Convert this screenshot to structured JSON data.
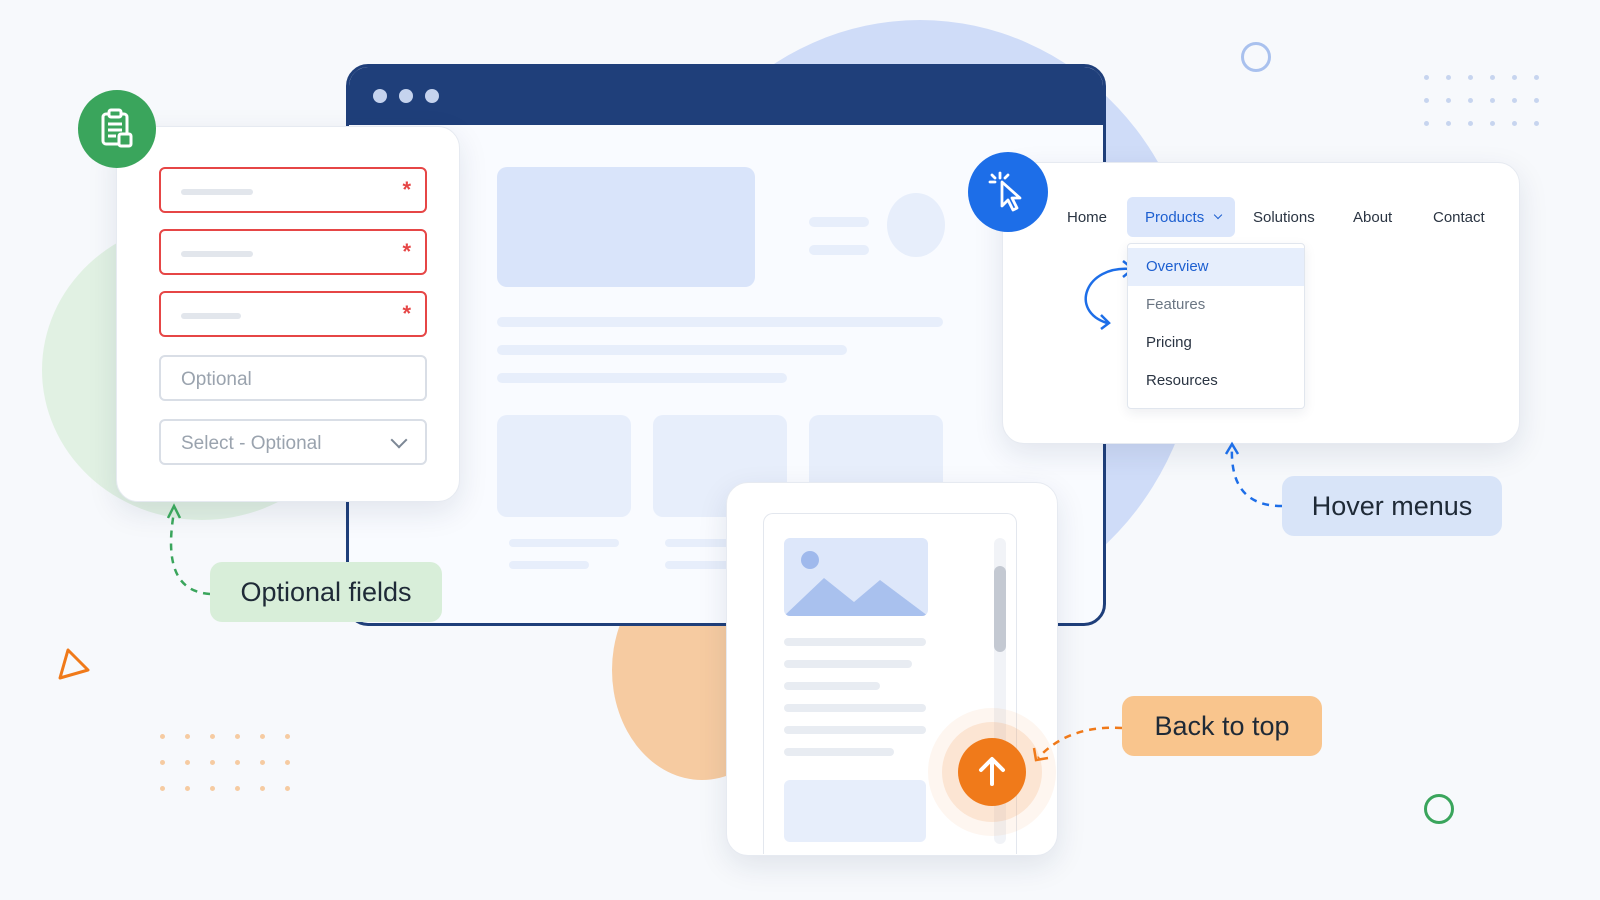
{
  "form": {
    "required_marker": "*",
    "optional_placeholder": "Optional",
    "select_placeholder": "Select - Optional"
  },
  "nav": {
    "items": [
      "Home",
      "Products",
      "Solutions",
      "About",
      "Contact"
    ],
    "active": "Products",
    "dropdown": [
      "Overview",
      "Features",
      "Pricing",
      "Resources"
    ]
  },
  "labels": {
    "optional_fields": "Optional fields",
    "hover_menus": "Hover menus",
    "back_to_top": "Back to top"
  },
  "colors": {
    "navy": "#1f3f7a",
    "accent_blue": "#1d6ee8",
    "green": "#3aa55c",
    "orange": "#f07a1a",
    "error_red": "#e64646"
  },
  "icons": {
    "form": "clipboard-icon",
    "menu": "cursor-click-icon",
    "back_to_top": "arrow-up-icon"
  }
}
